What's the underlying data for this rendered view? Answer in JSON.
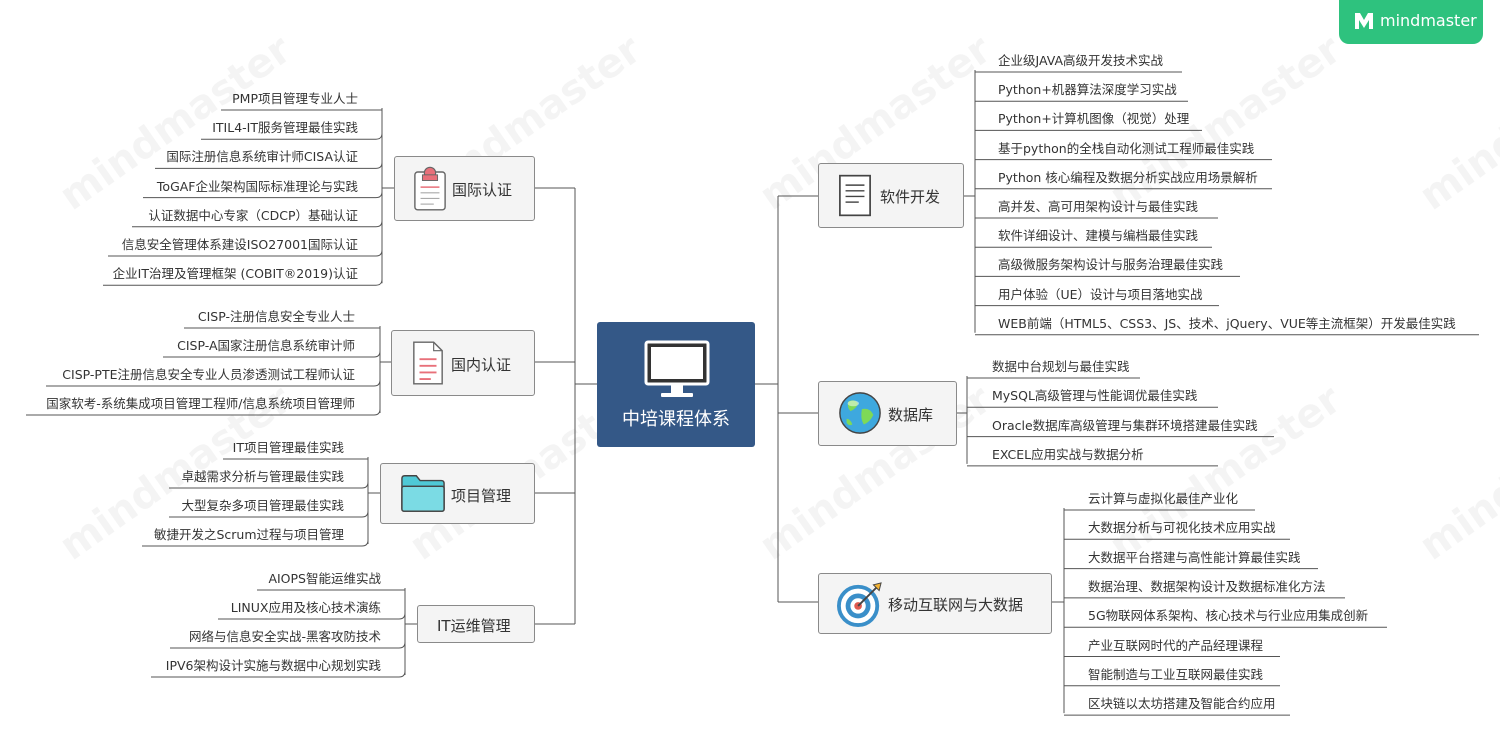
{
  "app": {
    "logo_text": "mindmaster",
    "watermark_text": "mindmaster",
    "accent_color": "#2ec27e"
  },
  "center": {
    "title": "中培课程体系",
    "icon": "monitor-icon",
    "color": "#345887"
  },
  "left_branches": [
    {
      "title": "国际认证",
      "icon": "clipboard-icon",
      "items": [
        "PMP项目管理专业人士",
        "ITIL4-IT服务管理最佳实践",
        "国际注册信息系统审计师CISA认证",
        "ToGAF企业架构国际标准理论与实践",
        "认证数据中心专家（CDCP）基础认证",
        "信息安全管理体系建设ISO27001国际认证",
        "企业IT治理及管理框架 (COBIT®2019)认证"
      ]
    },
    {
      "title": "国内认证",
      "icon": "document-icon",
      "items": [
        "CISP-注册信息安全专业人士",
        "CISP-A国家注册信息系统审计师",
        "CISP-PTE注册信息安全专业人员渗透测试工程师认证",
        "国家软考-系统集成项目管理工程师/信息系统项目管理师"
      ]
    },
    {
      "title": "项目管理",
      "icon": "folder-icon",
      "items": [
        "IT项目管理最佳实践",
        "卓越需求分析与管理最佳实践",
        "大型复杂多项目管理最佳实践",
        "敏捷开发之Scrum过程与项目管理"
      ]
    },
    {
      "title": "IT运维管理",
      "icon": "",
      "items": [
        "AIOPS智能运维实战",
        "LINUX应用及核心技术演练",
        "网络与信息安全实战-黑客攻防技术",
        "IPV6架构设计实施与数据中心规划实践"
      ]
    }
  ],
  "right_branches": [
    {
      "title": "软件开发",
      "icon": "document-lines-icon",
      "items": [
        "企业级JAVA高级开发技术实战",
        "Python+机器算法深度学习实战",
        "Python+计算机图像（视觉）处理",
        "基于python的全栈自动化测试工程师最佳实践",
        "Python 核心编程及数据分析实战应用场景解析",
        "高并发、高可用架构设计与最佳实践",
        "软件详细设计、建模与编档最佳实践",
        "高级微服务架构设计与服务治理最佳实践",
        "用户体验（UE）设计与项目落地实战",
        "WEB前端（HTML5、CSS3、JS、技术、jQuery、VUE等主流框架）开发最佳实践"
      ]
    },
    {
      "title": "数据库",
      "icon": "globe-icon",
      "items": [
        "数据中台规划与最佳实践",
        "MySQL高级管理与性能调优最佳实践",
        "Oracle数据库高级管理与集群环境搭建最佳实践",
        "EXCEL应用实战与数据分析"
      ]
    },
    {
      "title": "移动互联网与大数据",
      "icon": "target-icon",
      "items": [
        "云计算与虚拟化最佳产业化",
        "大数据分析与可视化技术应用实战",
        "大数据平台搭建与高性能计算最佳实践",
        "数据治理、数据架构设计及数据标准化方法",
        "5G物联网体系架构、核心技术与行业应用集成创新",
        "产业互联网时代的产品经理课程",
        "智能制造与工业互联网最佳实践",
        "区块链以太坊搭建及智能合约应用"
      ]
    }
  ]
}
